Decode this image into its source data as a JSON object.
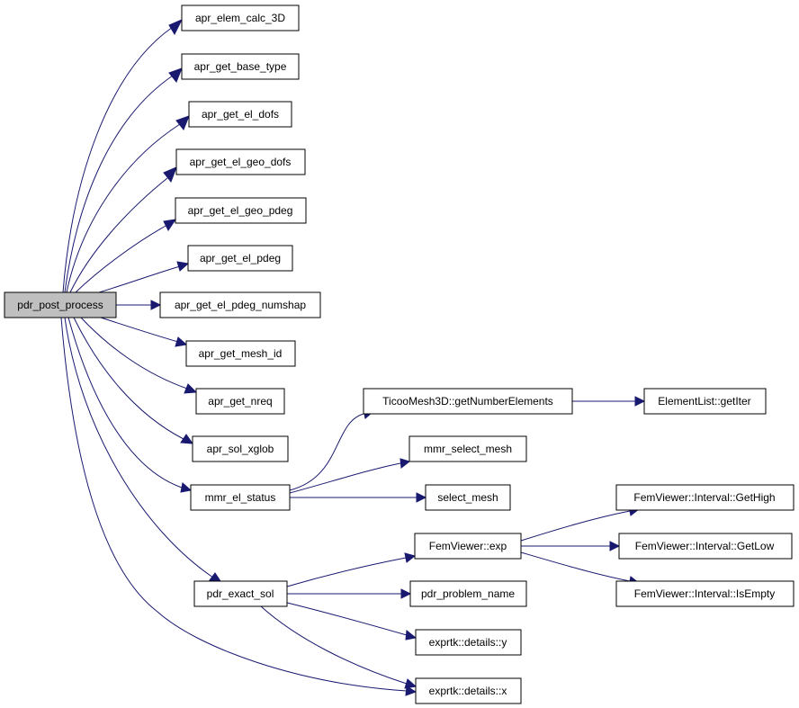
{
  "colors": {
    "edge": "#191970",
    "root_fill": "#bfbfbf",
    "node_fill": "#ffffff",
    "node_border": "#000000"
  },
  "nodes": {
    "root": "pdr_post_process",
    "n1": "apr_elem_calc_3D",
    "n2": "apr_get_base_type",
    "n3": "apr_get_el_dofs",
    "n4": "apr_get_el_geo_dofs",
    "n5": "apr_get_el_geo_pdeg",
    "n6": "apr_get_el_pdeg",
    "n7": "apr_get_el_pdeg_numshap",
    "n8": "apr_get_mesh_id",
    "n9": "apr_get_nreq",
    "n10": "apr_sol_xglob",
    "n11": "mmr_el_status",
    "n12": "pdr_exact_sol",
    "n13": "exprtk::details::x",
    "n14": "TicooMesh3D::getNumberElements",
    "n15": "ElementList::getIter",
    "n16": "mmr_select_mesh",
    "n17": "select_mesh",
    "n18": "FemViewer::exp",
    "n19": "FemViewer::Interval::GetHigh",
    "n20": "FemViewer::Interval::GetLow",
    "n21": "FemViewer::Interval::IsEmpty",
    "n22": "pdr_problem_name",
    "n23": "exprtk::details::y"
  },
  "edges": [
    [
      "root",
      "n1"
    ],
    [
      "root",
      "n2"
    ],
    [
      "root",
      "n3"
    ],
    [
      "root",
      "n4"
    ],
    [
      "root",
      "n5"
    ],
    [
      "root",
      "n6"
    ],
    [
      "root",
      "n7"
    ],
    [
      "root",
      "n8"
    ],
    [
      "root",
      "n9"
    ],
    [
      "root",
      "n10"
    ],
    [
      "root",
      "n11"
    ],
    [
      "root",
      "n12"
    ],
    [
      "root",
      "n13"
    ],
    [
      "n11",
      "n14"
    ],
    [
      "n11",
      "n16"
    ],
    [
      "n11",
      "n17"
    ],
    [
      "n14",
      "n15"
    ],
    [
      "n12",
      "n18"
    ],
    [
      "n12",
      "n22"
    ],
    [
      "n12",
      "n23"
    ],
    [
      "n12",
      "n13"
    ],
    [
      "n18",
      "n19"
    ],
    [
      "n18",
      "n20"
    ],
    [
      "n18",
      "n21"
    ]
  ]
}
